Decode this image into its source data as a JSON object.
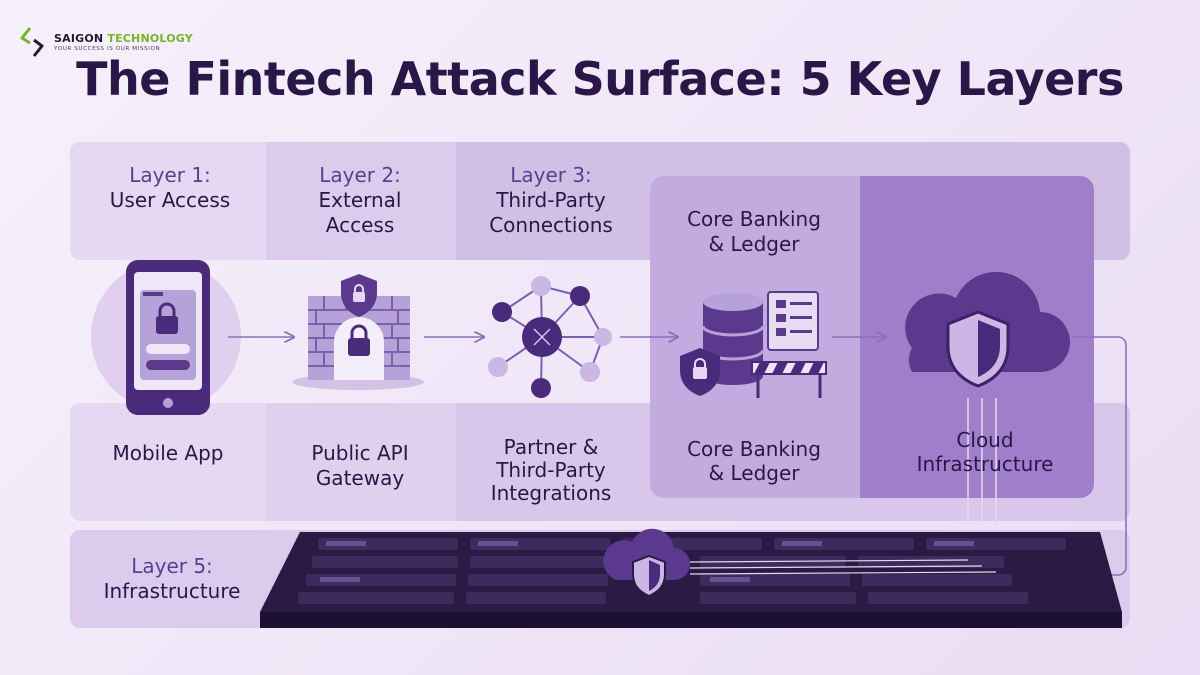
{
  "logo": {
    "brand_main": "SAIGON",
    "brand_accent": "TECHNOLOGY",
    "tagline": "YOUR SUCCESS IS OUR MISSION"
  },
  "title": "The Fintech Attack Surface: 5 Key Layers",
  "layers": [
    {
      "layer_label": "Layer 1:",
      "header_lines": [
        "User Access"
      ],
      "component_lines": [
        "Mobile App"
      ],
      "icon": "mobile-phone-lock-icon"
    },
    {
      "layer_label": "Layer 2:",
      "header_lines": [
        "External",
        "Access"
      ],
      "component_lines": [
        "Public API",
        "Gateway"
      ],
      "icon": "firewall-lock-icon"
    },
    {
      "layer_label": "Layer 3:",
      "header_lines": [
        "Third-Party",
        "Connections"
      ],
      "component_lines": [
        "Partner &",
        "Third-Party",
        "Integrations"
      ],
      "icon": "network-nodes-icon"
    },
    {
      "layer_label": "",
      "header_lines": [
        "Core Banking",
        "& Ledger"
      ],
      "component_lines": [
        "Core Banking",
        "& Ledger"
      ],
      "icon": "database-ledger-icon"
    },
    {
      "layer_label": "",
      "header_lines": [],
      "component_lines": [
        "Cloud",
        "Infrastructure"
      ],
      "icon": "cloud-shield-icon"
    }
  ],
  "bottom_layer": {
    "layer_label": "Layer 5:",
    "name": "Infrastructure",
    "icon": "server-rack-icon"
  },
  "colors": {
    "title": "#2a1748",
    "accent_purple": "#5b3a8e",
    "light_purple": "#b7a1d9",
    "logo_green": "#7ab22a"
  }
}
